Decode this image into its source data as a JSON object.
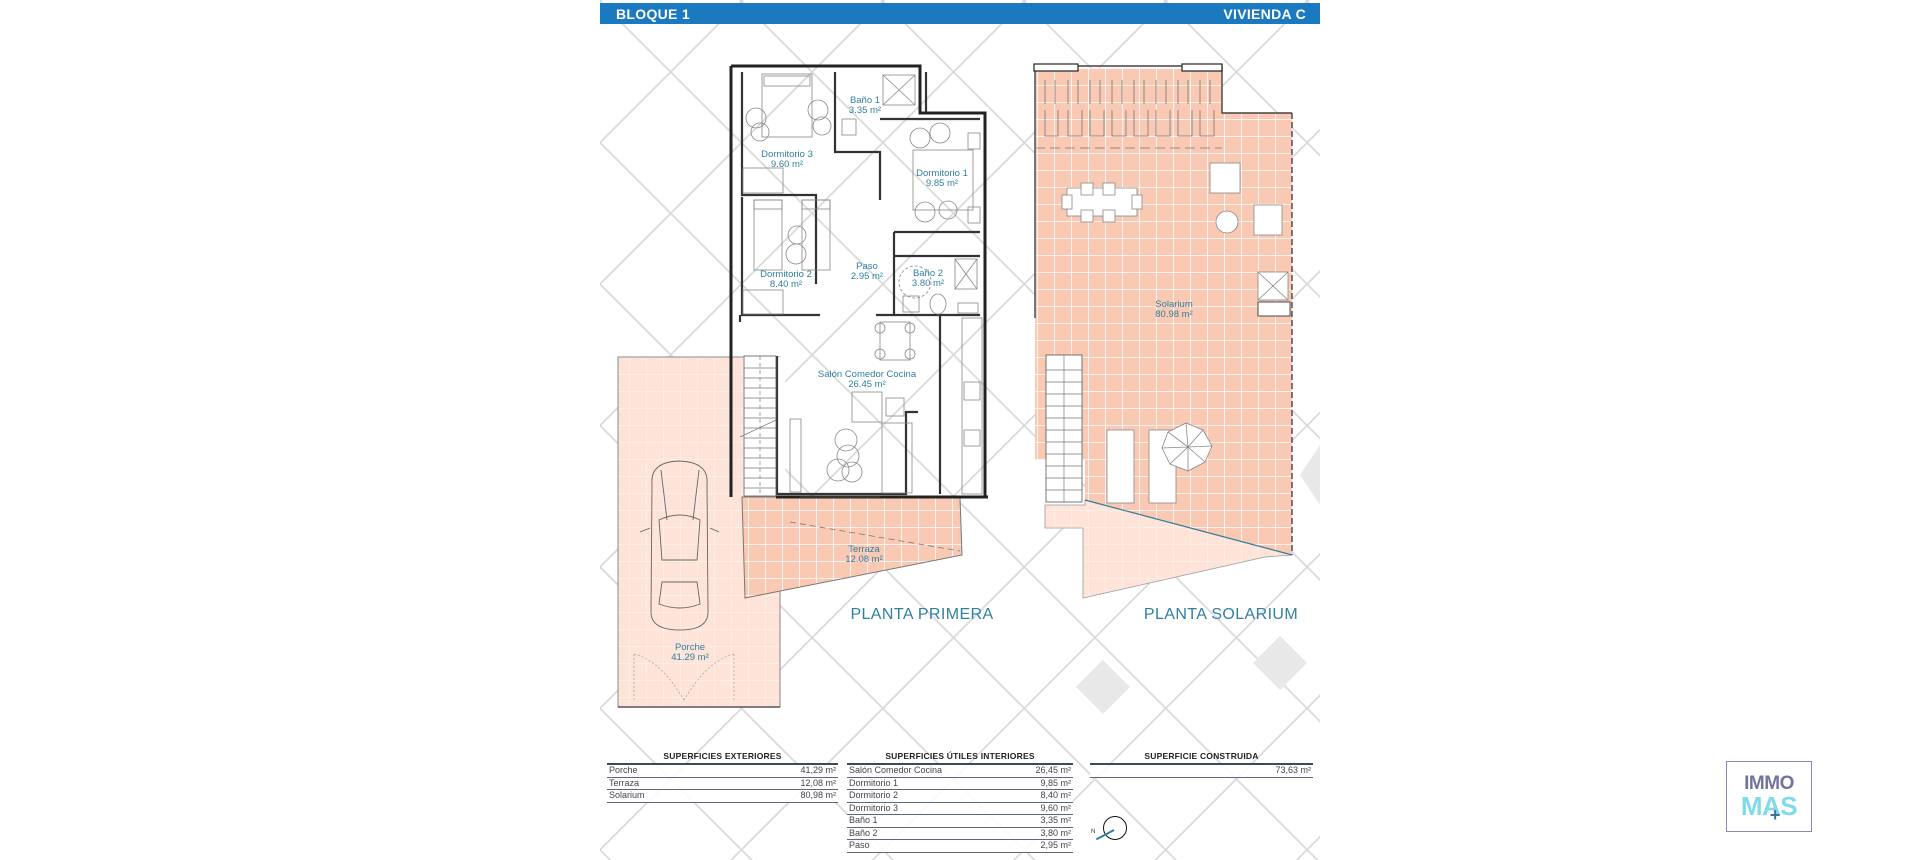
{
  "header": {
    "left_title": "BLOQUE 1",
    "right_title": "VIVIENDA C",
    "bar_color": "#1b79c0"
  },
  "plans": {
    "primera": {
      "title": "PLANTA PRIMERA",
      "rooms": [
        {
          "name": "Baño 1",
          "area": "3.35 m²"
        },
        {
          "name": "Dormitorio 3",
          "area": "9.60 m²"
        },
        {
          "name": "Dormitorio 1",
          "area": "9.85 m²"
        },
        {
          "name": "Dormitorio 2",
          "area": "8.40 m²"
        },
        {
          "name": "Paso",
          "area": "2.95 m²"
        },
        {
          "name": "Baño 2",
          "area": "3.80 m²"
        },
        {
          "name": "Salón Comedor Cocina",
          "area": "26.45 m²"
        },
        {
          "name": "Terraza",
          "area": "12.08 m²"
        },
        {
          "name": "Porche",
          "area": "41.29 m²"
        }
      ]
    },
    "solarium": {
      "title": "PLANTA SOLARIUM",
      "rooms": [
        {
          "name": "Solarium",
          "area": "80.98 m²"
        }
      ]
    },
    "floor_tile_color": "#f9c9b4",
    "porch_tile_color": "#fde3d8",
    "label_color": "#2f7f9e"
  },
  "tables": {
    "exteriores": {
      "title": "SUPERFICIES EXTERIORES",
      "rows": [
        {
          "label": "Porche",
          "value": "41,29 m²"
        },
        {
          "label": "Terraza",
          "value": "12,08 m²"
        },
        {
          "label": "Solarium",
          "value": "80,98 m²"
        }
      ]
    },
    "interiores": {
      "title": "SUPERFICIES ÚTILES INTERIORES",
      "rows": [
        {
          "label": "Salón Comedor Cocina",
          "value": "26,45 m²"
        },
        {
          "label": "Dormitorio 1",
          "value": "9,85 m²"
        },
        {
          "label": "Dormitorio 2",
          "value": "8,40 m²"
        },
        {
          "label": "Dormitorio 3",
          "value": "9,60 m²"
        },
        {
          "label": "Baño 1",
          "value": "3,35 m²"
        },
        {
          "label": "Baño 2",
          "value": "3,80 m²"
        },
        {
          "label": "Paso",
          "value": "2,95 m²"
        }
      ]
    },
    "construida": {
      "title": "SUPERFICIE CONSTRUIDA",
      "rows": [
        {
          "label": "",
          "value": "73,63 m²"
        }
      ]
    }
  },
  "compass": {
    "north_label": "N",
    "icon": "north-arrow-icon"
  },
  "logo": {
    "line1": "IMMO",
    "line2": "MAS",
    "plus": "+",
    "line1_color": "#74739f",
    "line2_color": "#7fdbea"
  }
}
